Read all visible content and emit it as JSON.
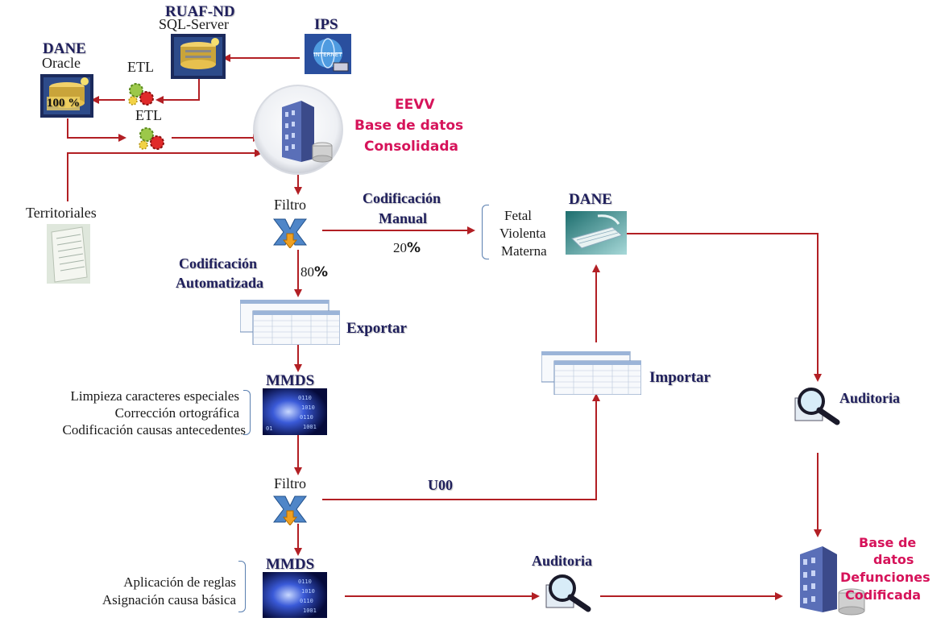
{
  "colors": {
    "arrow": "#b21f24",
    "navy": "#1f1f5c",
    "magenta": "#d6135a",
    "brace": "#5a7fb0"
  },
  "nodes": {
    "ruaf": {
      "title": "RUAF-ND",
      "subtitle": "SQL-Server",
      "icon": "database-server-icon"
    },
    "ips": {
      "title": "IPS",
      "icon": "internet-globe-icon"
    },
    "dane_top": {
      "title": "DANE",
      "subtitle": "Oracle",
      "badge": "100 %",
      "icon": "database-server-icon"
    },
    "etl1": {
      "label": "ETL",
      "icon": "gears-icon"
    },
    "etl2": {
      "label": "ETL",
      "icon": "gears-icon"
    },
    "eevv": {
      "lines": [
        "EEVV",
        "Base de datos",
        "Consolidada"
      ],
      "icon": "building-database-icon"
    },
    "territoriales": {
      "label": "Territoriales",
      "icon": "document-photo-icon"
    },
    "filtro1": {
      "label": "Filtro",
      "icon": "filter-funnel-icon"
    },
    "filtro2": {
      "label": "Filtro",
      "icon": "filter-funnel-icon"
    },
    "cod_manual": {
      "lines": [
        "Codificación",
        "Manual"
      ],
      "percent_num": "20",
      "percent_sym": "%"
    },
    "cod_auto": {
      "lines": [
        "Codificación",
        "Automatizada"
      ],
      "percent_num": "80",
      "percent_sym": "%"
    },
    "dane_right": {
      "title": "DANE",
      "icon": "keyboard-photo-icon",
      "items": [
        "Fetal",
        "Violenta",
        "Materna"
      ]
    },
    "exportar": {
      "label": "Exportar",
      "icon": "spreadsheet-icon"
    },
    "importar": {
      "label": "Importar",
      "icon": "spreadsheet-icon"
    },
    "mmds1": {
      "title": "MMDS",
      "icon": "binary-code-icon",
      "items": [
        "Limpieza caracteres  especiales",
        "Corrección ortográfica",
        "Codificación  causas antecedentes"
      ]
    },
    "u00": {
      "label": "U00"
    },
    "mmds2": {
      "title": "MMDS",
      "icon": "binary-code-icon",
      "items": [
        "Aplicación  de reglas",
        "Asignación  causa básica"
      ]
    },
    "auditoria1": {
      "label": "Auditoria",
      "icon": "magnifier-icon"
    },
    "auditoria2": {
      "label": "Auditoria",
      "icon": "magnifier-icon"
    },
    "final_db": {
      "lines": [
        "Base de",
        "datos",
        "Defunciones",
        "Codificada"
      ],
      "icon": "building-database-icon"
    }
  }
}
